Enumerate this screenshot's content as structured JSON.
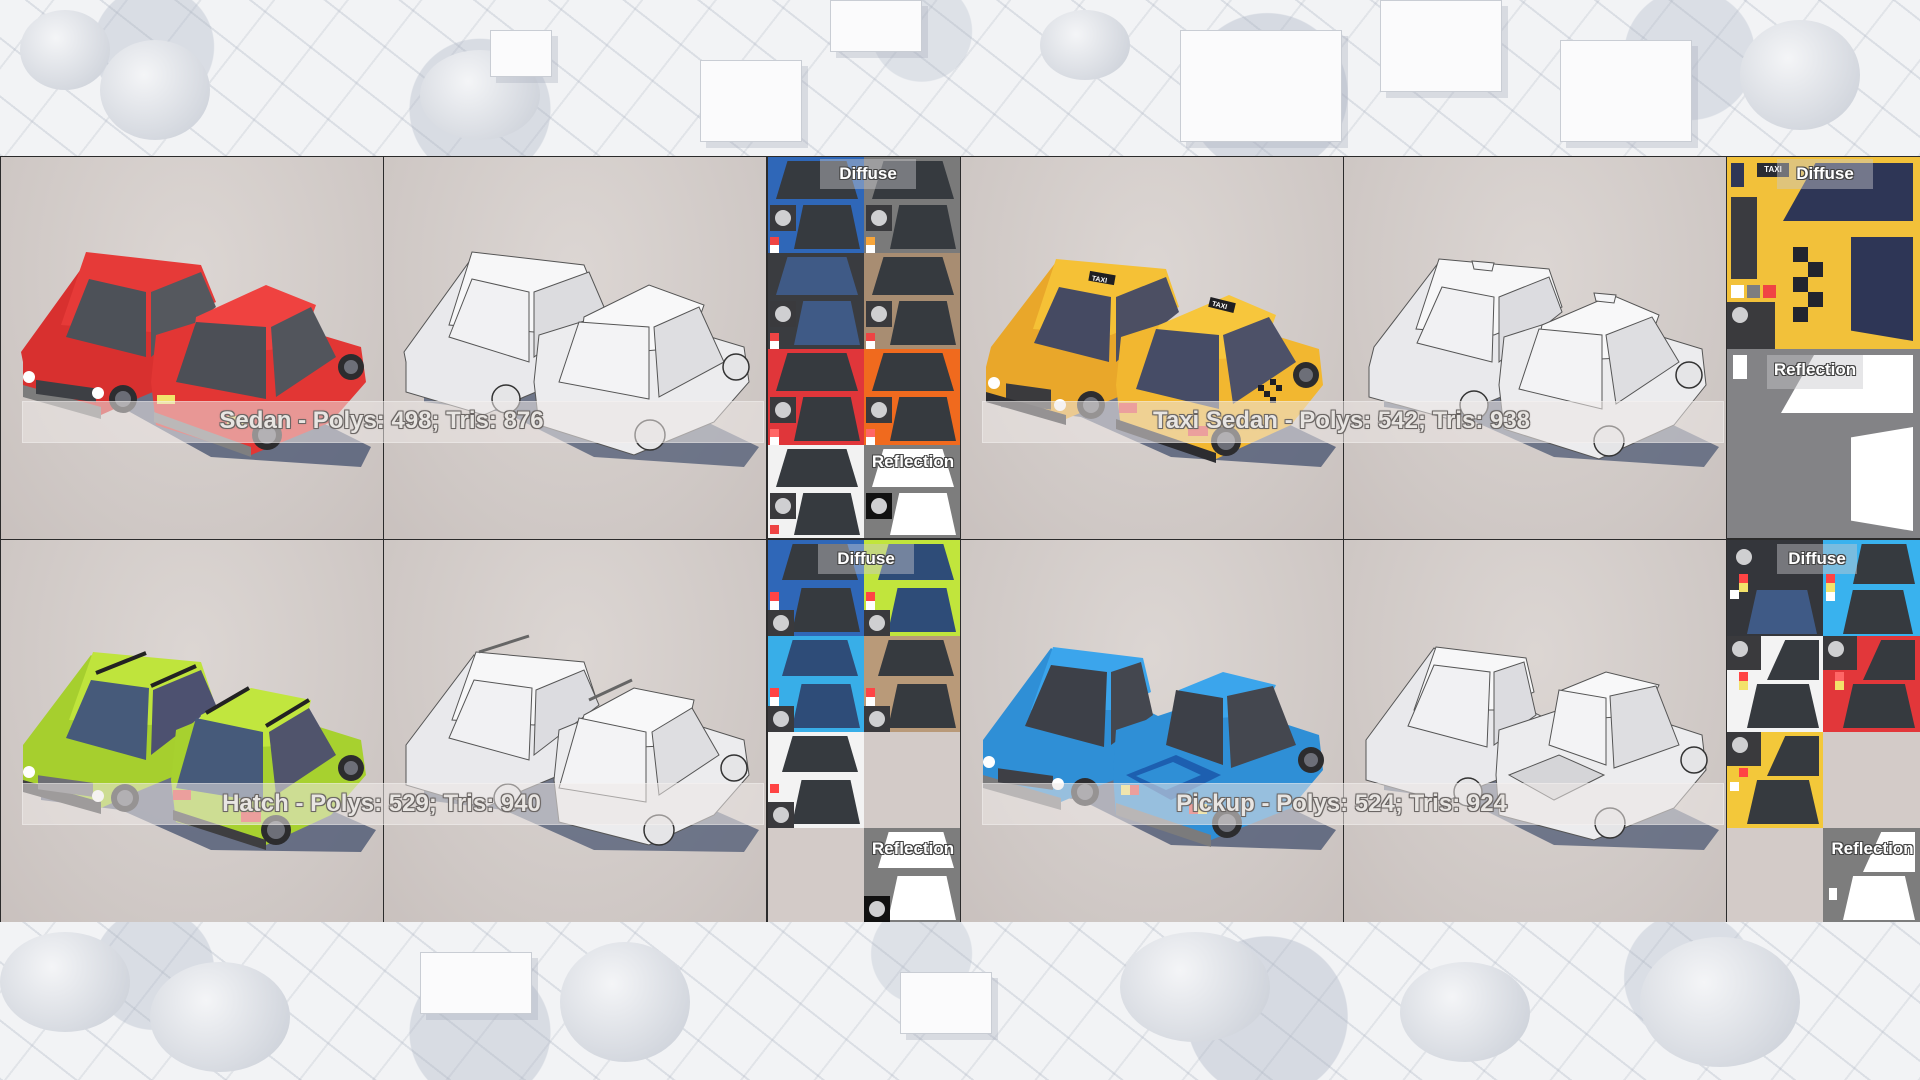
{
  "background": {
    "description": "white clay render of low-poly city"
  },
  "sheet": {
    "rows": [
      {
        "models": [
          {
            "name": "Sedan",
            "caption": "Sedan - Polys: 498;  Tris: 876",
            "polys": 498,
            "tris": 876,
            "body_color": "#e8393b",
            "textures": {
              "diffuse_label": "Diffuse",
              "reflection_label": "Reflection",
              "swatches": [
                "#2f67b8",
                "#7a7a7a",
                "#3a3c40",
                "#a88d72",
                "#e0363a",
                "#f06a1e",
                "#f2f2f2"
              ]
            }
          },
          {
            "name": "Taxi Sedan",
            "caption": "Taxi Sedan - Polys: 542;  Tris: 938",
            "polys": 542,
            "tris": 938,
            "body_color": "#f4c134",
            "roof_sign": "TAXI",
            "textures": {
              "diffuse_label": "Diffuse",
              "reflection_label": "Reflection",
              "texture_sign": "TAXI",
              "swatches": [
                "#f2c13a",
                "#7d7d80"
              ]
            }
          }
        ]
      },
      {
        "models": [
          {
            "name": "Hatch",
            "caption": "Hatch - Polys: 529;  Tris: 940",
            "polys": 529,
            "tris": 940,
            "body_color": "#b6df3a",
            "textures": {
              "diffuse_label": "Diffuse",
              "reflection_label": "Reflection",
              "swatches": [
                "#2f67b8",
                "#c1e53c",
                "#38aee8",
                "#b99a79",
                "#f3f3f3"
              ]
            }
          },
          {
            "name": "Pickup",
            "caption": "Pickup - Polys: 524;  Tris: 924",
            "polys": 524,
            "tris": 924,
            "body_color": "#3a9ee6",
            "textures": {
              "diffuse_label": "Diffuse",
              "reflection_label": "Reflection",
              "swatches": [
                "#34363b",
                "#39b2ee",
                "#f3f3f3",
                "#e2373a",
                "#f3c83a"
              ]
            }
          }
        ]
      }
    ]
  },
  "colors": {
    "cell_bg": "#d3cbc8",
    "clay": "#f1f1f3",
    "window": "#44474d",
    "shadow": "#4c5873"
  }
}
